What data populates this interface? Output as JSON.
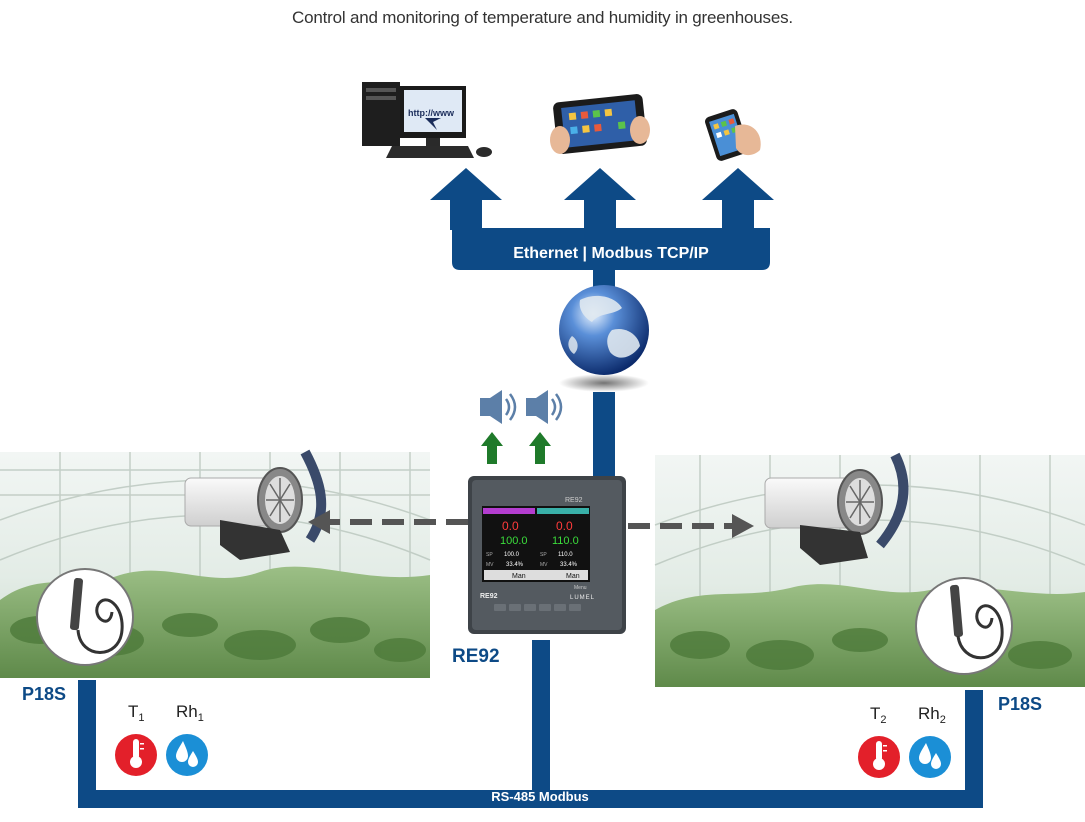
{
  "header": {
    "title": "Control and monitoring of temperature and humidity in greenhouses."
  },
  "network": {
    "ethernet_label": "Ethernet | Modbus TCP/IP",
    "rs485_label": "RS-485 Modbus"
  },
  "devices": {
    "pc_screen_text": "http://www"
  },
  "controller": {
    "name": "RE92",
    "brand": "LUMEL",
    "model_badge": "RE92",
    "ch1": {
      "pv": "0.0",
      "sv": "100.0",
      "sp": "100.0",
      "mv": "33.4%",
      "mode": "Man"
    },
    "ch2": {
      "pv": "0.0",
      "sv": "110.0",
      "sp": "110.0",
      "mv": "33.4%",
      "mode": "Man"
    },
    "sp_label": "SP",
    "mv_label": "MV",
    "menu_label": "Menu"
  },
  "sensors": {
    "left": {
      "name": "P18S",
      "t_main": "T",
      "t_sub": "1",
      "rh_main": "Rh",
      "rh_sub": "1"
    },
    "right": {
      "name": "P18S",
      "t_main": "T",
      "t_sub": "2",
      "rh_main": "Rh",
      "rh_sub": "2"
    }
  },
  "colors": {
    "pipe": "#0d4a86",
    "arrow_up": "#1f7a2a",
    "arrow_dashed": "#555555",
    "temp_icon": "#e3202a",
    "humidity_icon": "#1b8fd6"
  }
}
